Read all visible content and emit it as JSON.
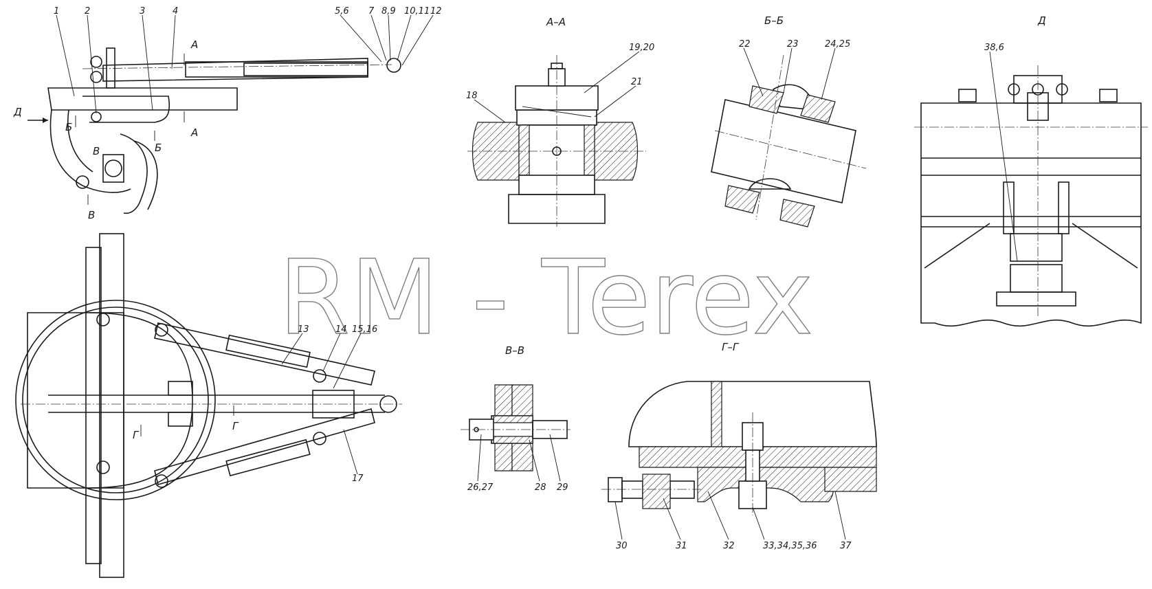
{
  "watermark": "RM - Terex",
  "sections": {
    "aa": "А–А",
    "bb": "Б–Б",
    "vv": "В–В",
    "gg": "Г–Г",
    "d": "Д"
  },
  "cut_marks": {
    "a": "А",
    "b": "Б",
    "v": "В",
    "g": "Г",
    "d": "Д"
  },
  "callouts": {
    "c1": "1",
    "c2": "2",
    "c3": "3",
    "c4": "4",
    "c56": "5,6",
    "c7": "7",
    "c89": "8,9",
    "c1011": "10,11",
    "c12": "12",
    "c13": "13",
    "c14": "14",
    "c1516": "15,16",
    "c17": "17",
    "c18": "18",
    "c1920": "19,20",
    "c21": "21",
    "c22": "22",
    "c23": "23",
    "c2425": "24,25",
    "c2627": "26,27",
    "c28": "28",
    "c29": "29",
    "c30": "30",
    "c31": "31",
    "c32": "32",
    "c33_36": "33,34,35,36",
    "c37": "37",
    "c386": "38,6"
  }
}
